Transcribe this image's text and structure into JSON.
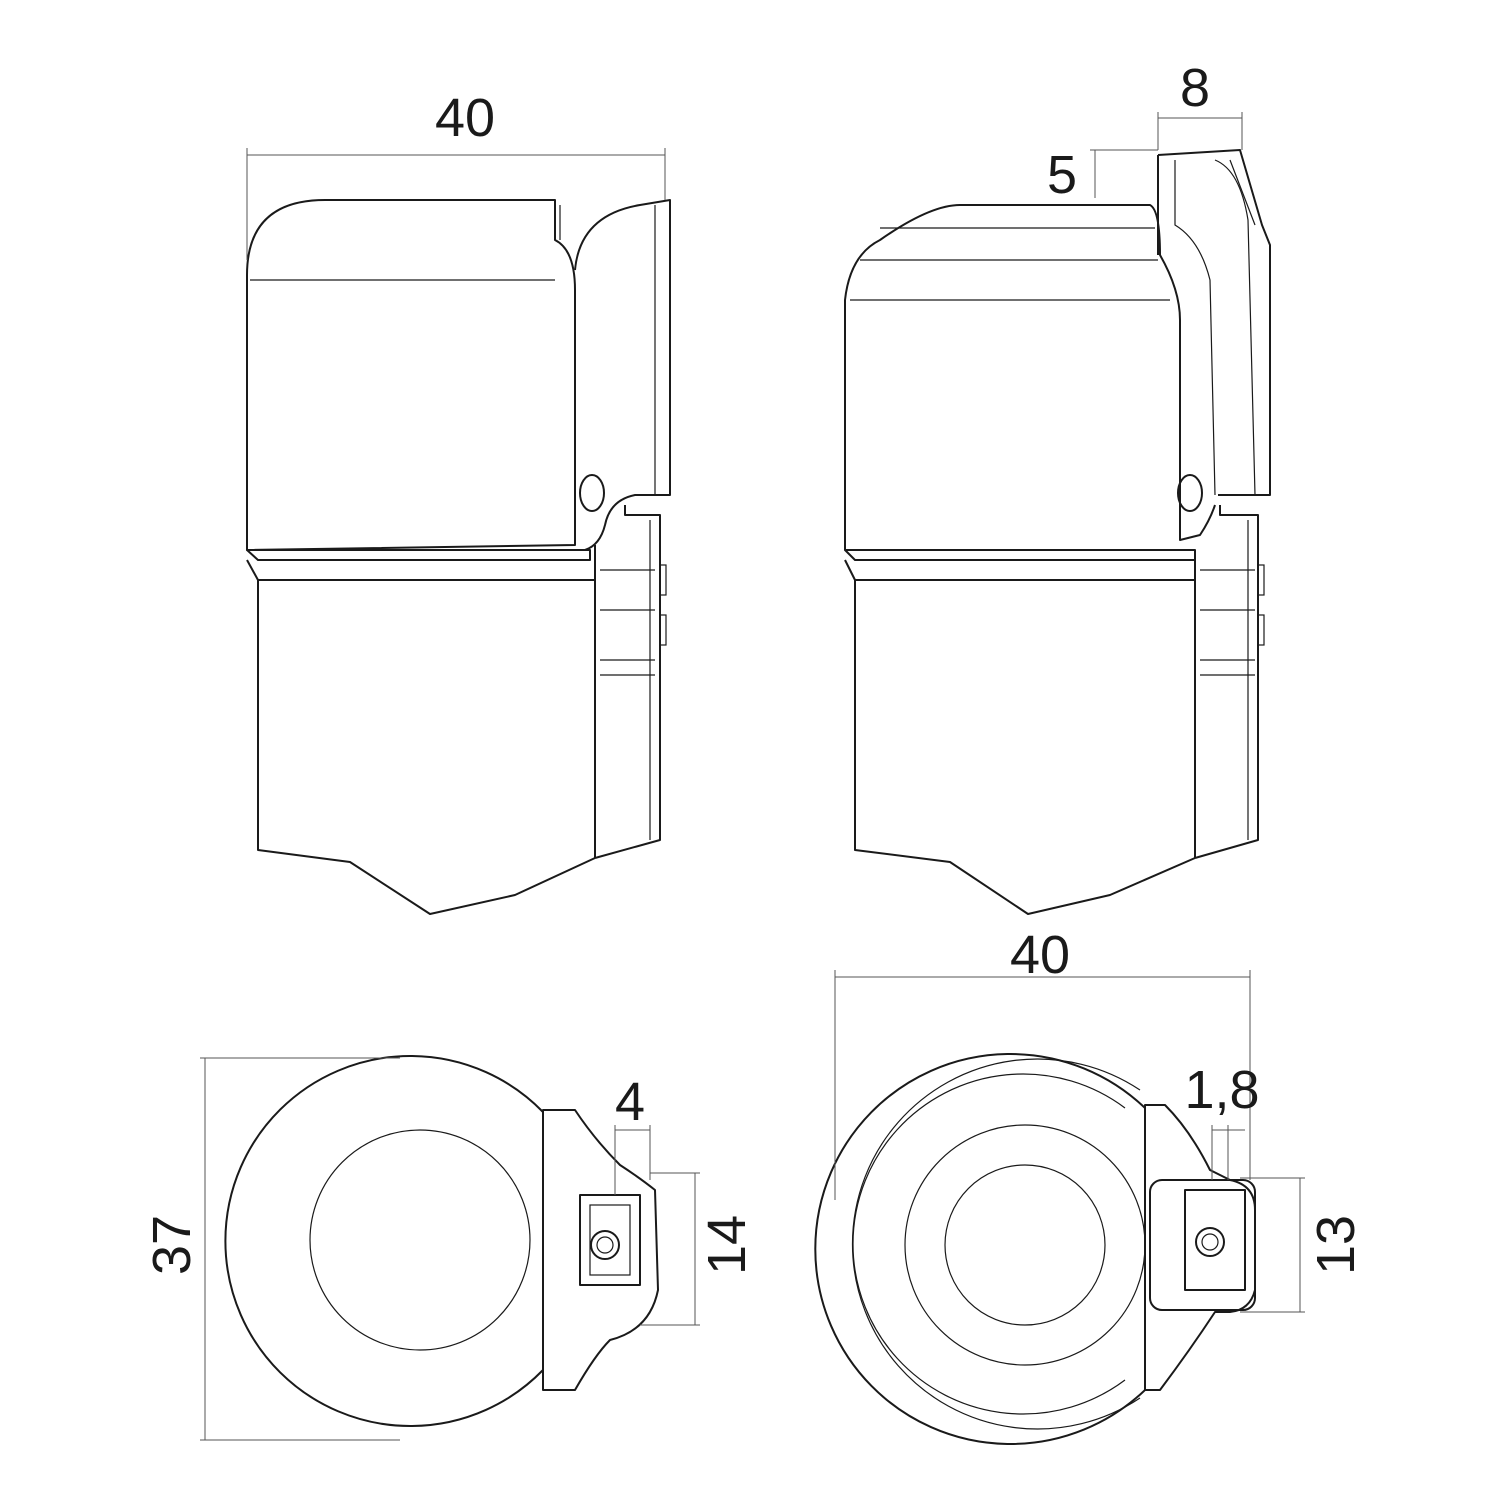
{
  "drawing": {
    "views": [
      "side-view-front",
      "side-view-profile",
      "top-view-plain",
      "top-view-detailed"
    ],
    "dimensions": {
      "front_width": "40",
      "clip_width": "8",
      "clip_offset": "5",
      "bottom_width": "40",
      "clip_gap": "1,8",
      "tab_offset": "4",
      "diameter": "37",
      "tab_height_left": "14",
      "tab_height_right": "13"
    },
    "line_color": "#1a1a1a"
  }
}
